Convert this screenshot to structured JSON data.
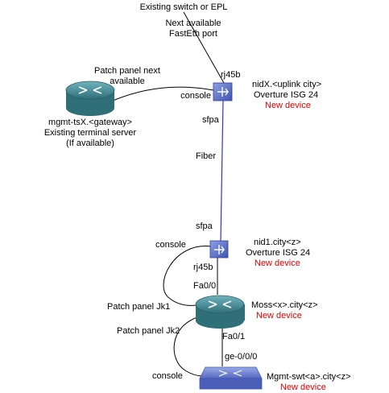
{
  "top_switch_label": "Existing switch or EPL",
  "next_port": {
    "line1": "Next available",
    "line2": "FastEth port"
  },
  "patch_panel_next": {
    "line1": "Patch panel next",
    "line2": "available"
  },
  "terminal_server": {
    "line1": "mgmt-tsX.<gateway>",
    "line2": "Existing terminal server",
    "line3": "(If available)"
  },
  "nid_x": {
    "rj45_label": "rj45b",
    "console_label": "console",
    "sfpa_label": "sfpa",
    "line1": "nidX.<uplink city>",
    "line2": "Overture ISG 24",
    "status": "New device"
  },
  "fiber_label": "Fiber",
  "nid_1": {
    "sfpa_label": "sfpa",
    "console_label": "console",
    "rj45_label": "rj45b",
    "line1": "nid1.city<z>",
    "line2": "Overture ISG 24",
    "status": "New device"
  },
  "moss": {
    "fa00_label": "Fa0/0",
    "fa01_label": "Fa0/1",
    "line1": "Moss<x>.city<z>",
    "status": "New device",
    "patch_jk1": "Patch panel Jk1",
    "patch_jk2": "Patch panel Jk2"
  },
  "mgmt_swt": {
    "ge_label": "ge-0/0/0",
    "console_label": "console",
    "line1": "Mgmt-swt<a>.city<z>",
    "status": "New device"
  },
  "colors": {
    "fiber_line": "#3333cc",
    "status_text": "#e00000",
    "device_body": "#3d8a95",
    "switch_icon": "#5a6fc4"
  }
}
